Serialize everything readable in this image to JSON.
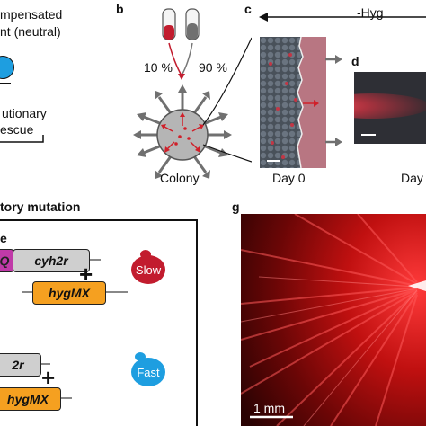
{
  "panel_a": {
    "top_text_1": "mpensated",
    "top_text_2": "nt (neutral)",
    "bottom_text_1": "utionary",
    "bottom_text_2": "escue"
  },
  "panel_b": {
    "label": "b",
    "pct_left": "10 %",
    "pct_right": "90 %",
    "caption": "Colony"
  },
  "panel_c": {
    "label": "c",
    "treatment": "-Hyg",
    "caption": "Day 0"
  },
  "panel_d": {
    "label": "d",
    "caption": "Day"
  },
  "panel_f": {
    "title": "tory mutation",
    "side_label": "e",
    "gene_q": "Q",
    "gene_cyh2r": "cyh2r",
    "gene_hygmx_1": "hygMX",
    "gene_2r": "2r",
    "gene_hygmx_2": "hygMX",
    "plus": "+",
    "slow_label": "Slow",
    "fast_label": "Fast"
  },
  "panel_g": {
    "label": "g",
    "scalebar": "1 mm"
  },
  "colors": {
    "red_cell": "#c21c2e",
    "blue_cell": "#1e9ee0",
    "orange_gene": "#f5a020",
    "grey_gene": "#cfcfcf",
    "magenta_gene": "#c03aa8",
    "arrow_grey": "#707070",
    "arrow_red": "#d0202a"
  }
}
